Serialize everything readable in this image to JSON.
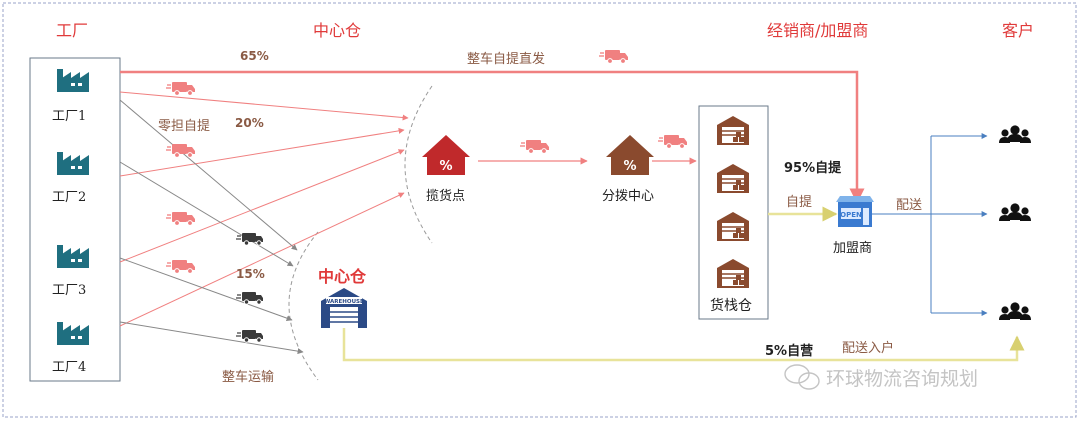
{
  "headers": {
    "factory": "工厂",
    "central_warehouse": "中心仓",
    "dealer": "经销商/加盟商",
    "customer": "客户"
  },
  "factories": [
    "工厂1",
    "工厂2",
    "工厂3",
    "工厂4"
  ],
  "flows": {
    "direct_pct": "65%",
    "direct_label": "整车自提直发",
    "ltl_label": "零担自提",
    "ltl_pct": "20%",
    "ftl_pct": "15%",
    "ftl_label": "整车运输",
    "self_pickup_label": "自提",
    "self_pickup_pct": "95%自提",
    "delivery_label": "配送",
    "self_operated_pct": "5%自营",
    "home_delivery_label": "配送入户"
  },
  "nodes": {
    "pickup_point": "揽货点",
    "distribution_center": "分拨中心",
    "stock_warehouse": "货栈仓",
    "franchisee": "加盟商",
    "central_warehouse_node": "中心仓",
    "warehouse_sign": "WAREHOUSE",
    "shop_sign": "OPEN"
  },
  "watermark": "环球物流咨询规划",
  "colors": {
    "red_flow": "#f08080",
    "gray_flow": "#888888",
    "blue_flow": "#4a7fc0",
    "yellow_flow": "#e8e39a",
    "teal_icon": "#1f6f80",
    "brown_icon": "#8a4a2e",
    "red_icon": "#c0292b",
    "navy_icon": "#2b4a86",
    "header_red": "#e03a3a"
  }
}
